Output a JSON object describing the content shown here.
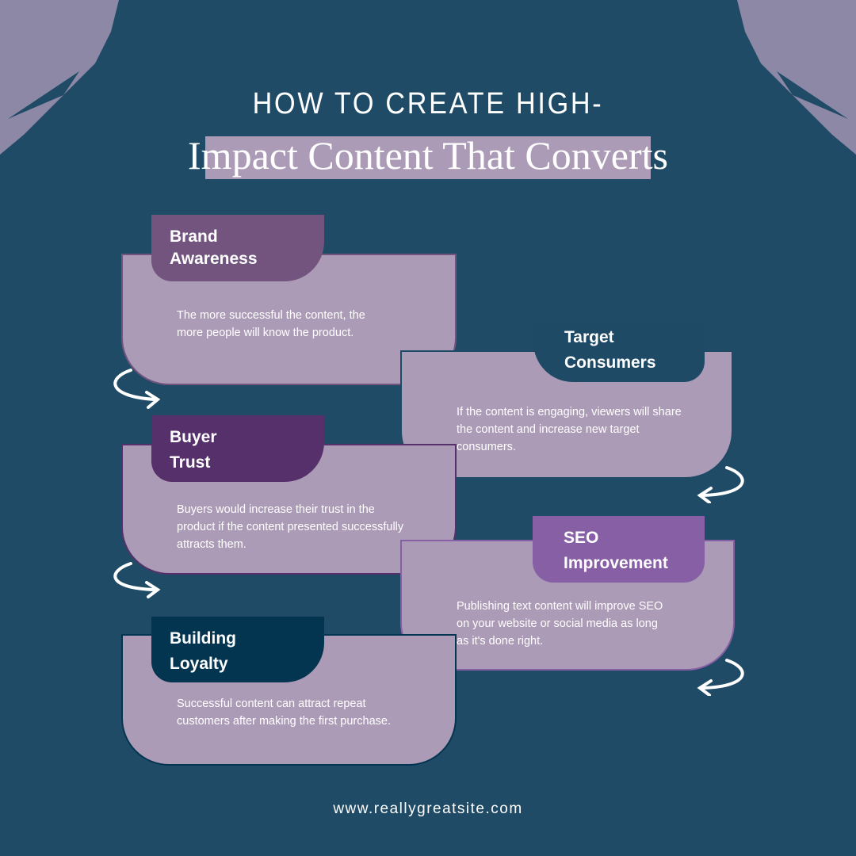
{
  "title": {
    "line1": "HOW TO CREATE HIGH-",
    "line2": "Impact Content That Converts"
  },
  "steps": [
    {
      "title": "Brand\nAwareness",
      "l1": "Brand",
      "l2": "Awareness",
      "text": "The more successful the content, the more people will know the product.",
      "color": "#72547f"
    },
    {
      "title": "Target Consumers",
      "l1": "Target",
      "l2": "Consumers",
      "text": "If the content is engaging, viewers will share the content and increase new target consumers.",
      "color": "#1f4a66"
    },
    {
      "title": "Buyer Trust",
      "l1": "Buyer",
      "l2": "Trust",
      "text": "Buyers would increase their trust in the product if the content presented successfully attracts them.",
      "color": "#56306b"
    },
    {
      "title": "SEO Improvement",
      "l1": "SEO",
      "l2": "Improvement",
      "text": "Publishing text content will improve SEO on your website or social media as long as it's done right.",
      "color": "#875fa5"
    },
    {
      "title": "Building Loyalty",
      "l1": "Building",
      "l2": "Loyalty",
      "text": "Successful content can attract repeat customers after making the first purchase.",
      "color": "#033550"
    }
  ],
  "footer": "www.reallygreatsite.com",
  "colors": {
    "background": "#204b66",
    "card": "#ac9bb6",
    "brush": "#8c88a6"
  }
}
